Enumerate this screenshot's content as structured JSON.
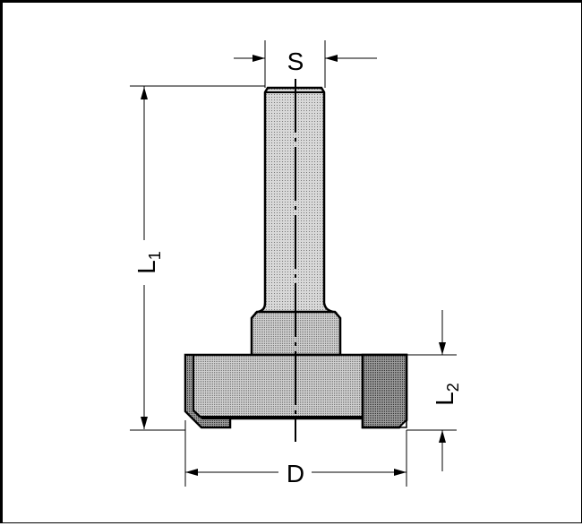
{
  "diagram": {
    "type": "technical-drawing",
    "subject": "shank cutter / router bit",
    "colors": {
      "line": "#000000",
      "fill_light": "#c8c8c8",
      "fill_mid": "#b4b4b4",
      "fill_dark": "#8c8c8c",
      "background": "#ffffff"
    },
    "labels": {
      "shank_diameter": "S",
      "total_length": "L",
      "total_length_sub": "1",
      "cutting_length": "L",
      "cutting_length_sub": "2",
      "cutting_diameter": "D"
    }
  }
}
